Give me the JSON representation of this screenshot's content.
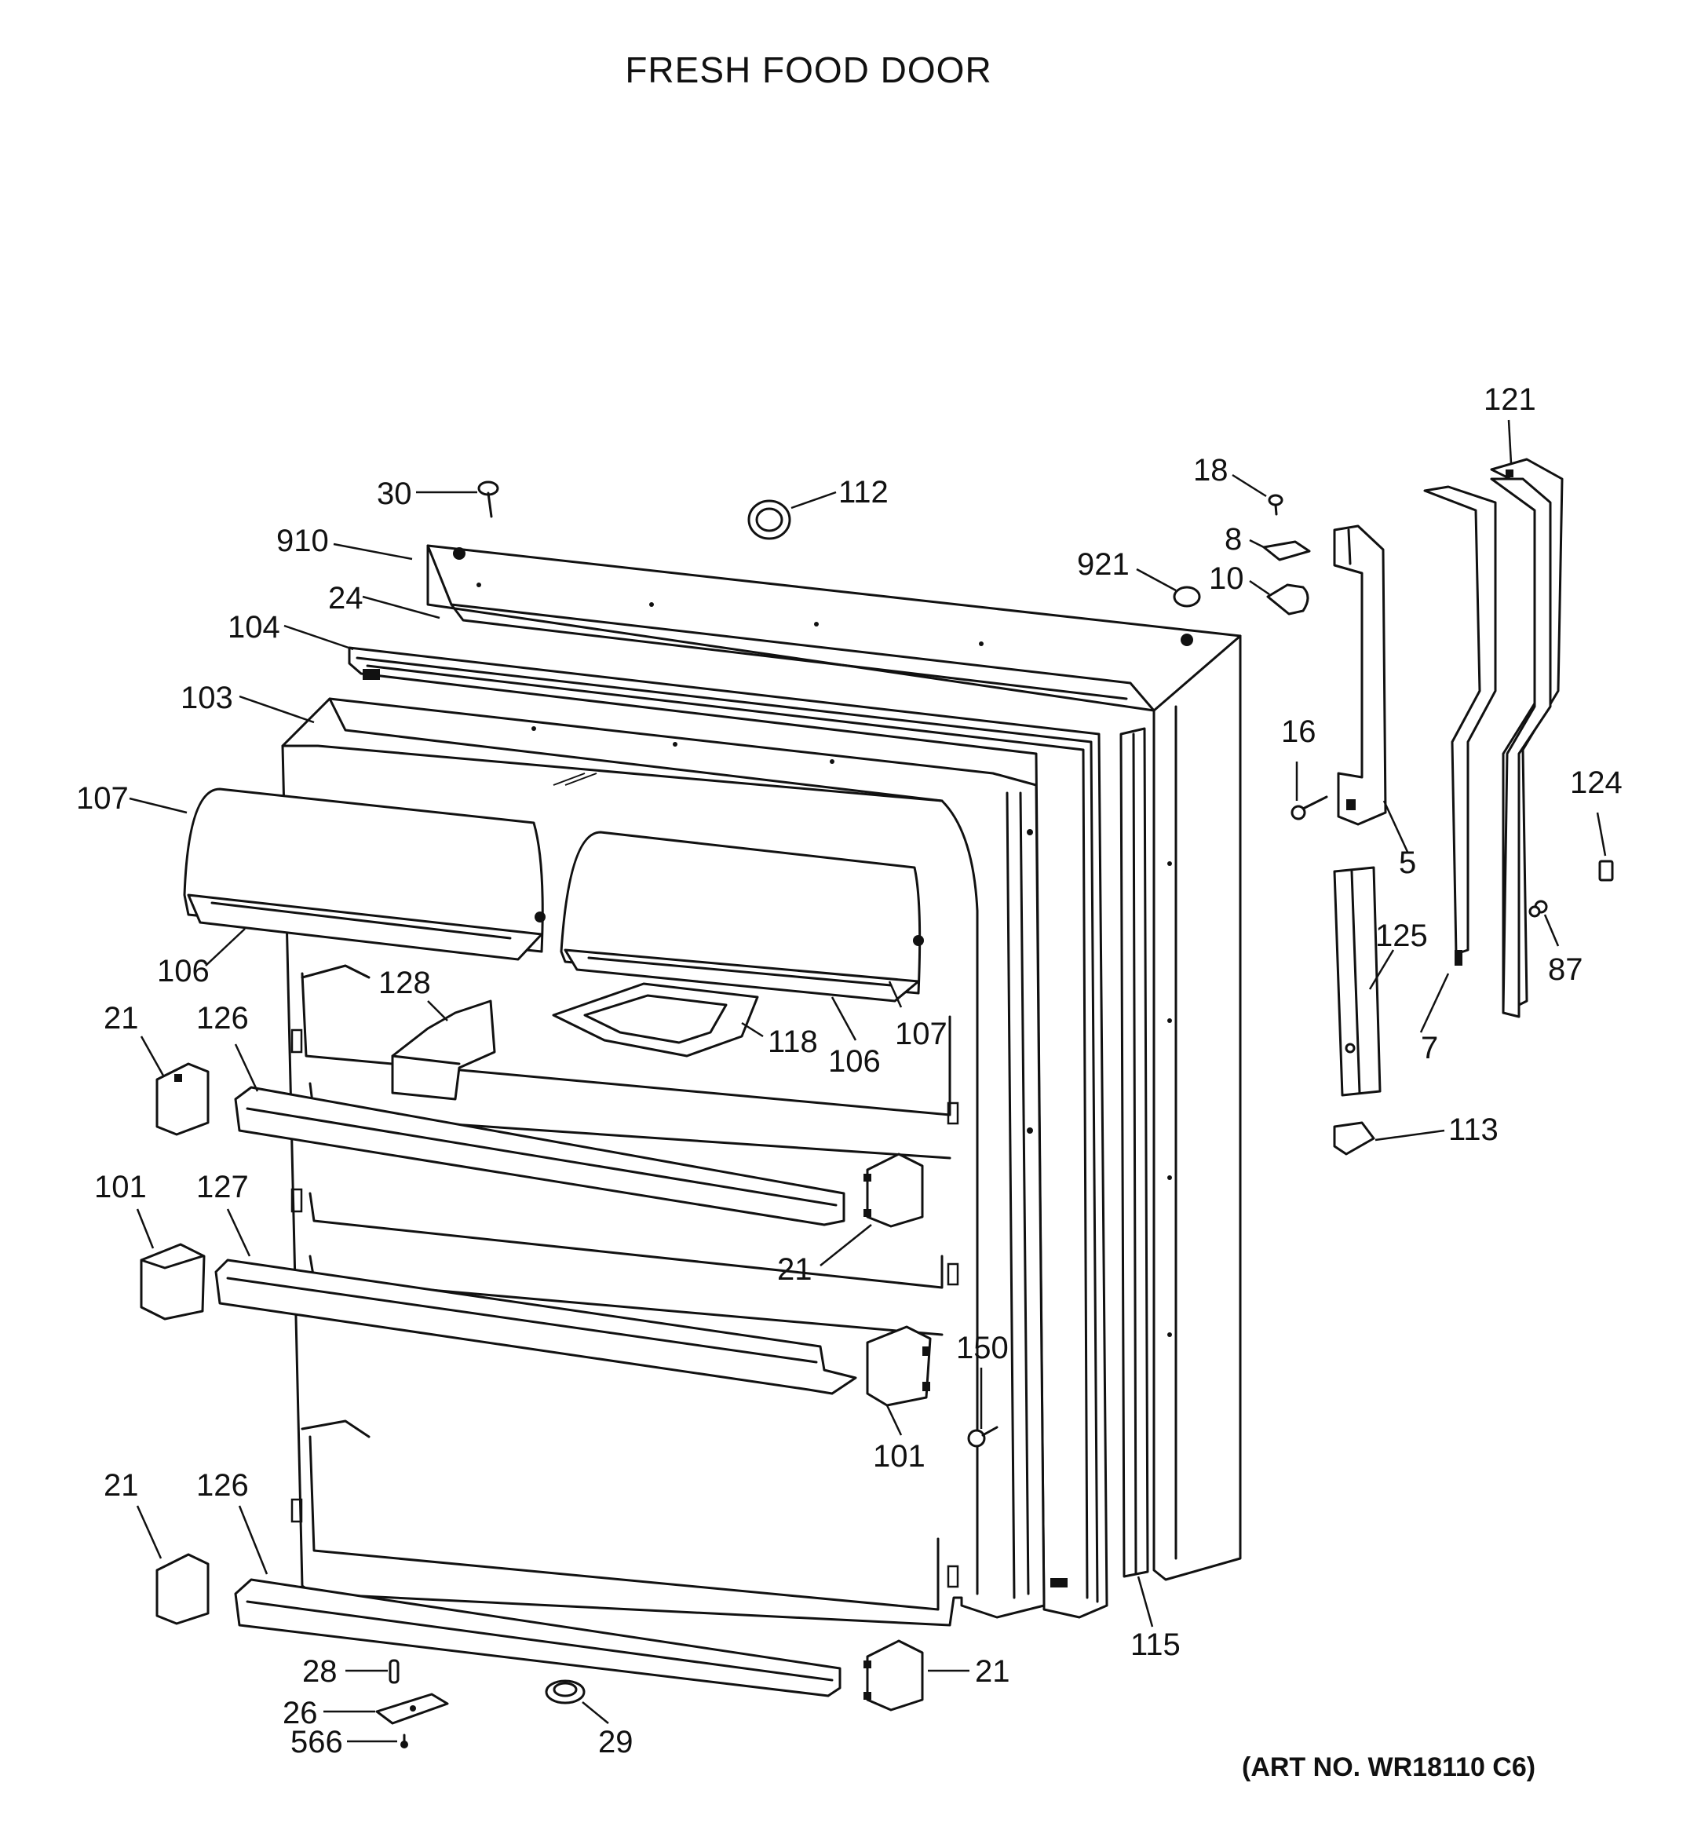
{
  "title": "FRESH FOOD DOOR",
  "art_number": "(ART NO. WR18110 C6)",
  "parts": [
    {
      "id": "p30",
      "label": "30"
    },
    {
      "id": "p112",
      "label": "112"
    },
    {
      "id": "p910",
      "label": "910"
    },
    {
      "id": "p24",
      "label": "24"
    },
    {
      "id": "p104",
      "label": "104"
    },
    {
      "id": "p103",
      "label": "103"
    },
    {
      "id": "p107a",
      "label": "107"
    },
    {
      "id": "p106a",
      "label": "106"
    },
    {
      "id": "p21a",
      "label": "21"
    },
    {
      "id": "p126a",
      "label": "126"
    },
    {
      "id": "p128",
      "label": "128"
    },
    {
      "id": "p118",
      "label": "118"
    },
    {
      "id": "p106b",
      "label": "106"
    },
    {
      "id": "p107b",
      "label": "107"
    },
    {
      "id": "p101a",
      "label": "101"
    },
    {
      "id": "p127",
      "label": "127"
    },
    {
      "id": "p21b",
      "label": "21"
    },
    {
      "id": "p150",
      "label": "150"
    },
    {
      "id": "p101b",
      "label": "101"
    },
    {
      "id": "p21c",
      "label": "21"
    },
    {
      "id": "p126b",
      "label": "126"
    },
    {
      "id": "p28",
      "label": "28"
    },
    {
      "id": "p26",
      "label": "26"
    },
    {
      "id": "p566",
      "label": "566"
    },
    {
      "id": "p29",
      "label": "29"
    },
    {
      "id": "p21d",
      "label": "21"
    },
    {
      "id": "p115",
      "label": "115"
    },
    {
      "id": "p921",
      "label": "921"
    },
    {
      "id": "p18",
      "label": "18"
    },
    {
      "id": "p8",
      "label": "8"
    },
    {
      "id": "p10",
      "label": "10"
    },
    {
      "id": "p16",
      "label": "16"
    },
    {
      "id": "p5",
      "label": "5"
    },
    {
      "id": "p121",
      "label": "121"
    },
    {
      "id": "p124",
      "label": "124"
    },
    {
      "id": "p87",
      "label": "87"
    },
    {
      "id": "p125",
      "label": "125"
    },
    {
      "id": "p7",
      "label": "7"
    },
    {
      "id": "p113",
      "label": "113"
    }
  ]
}
